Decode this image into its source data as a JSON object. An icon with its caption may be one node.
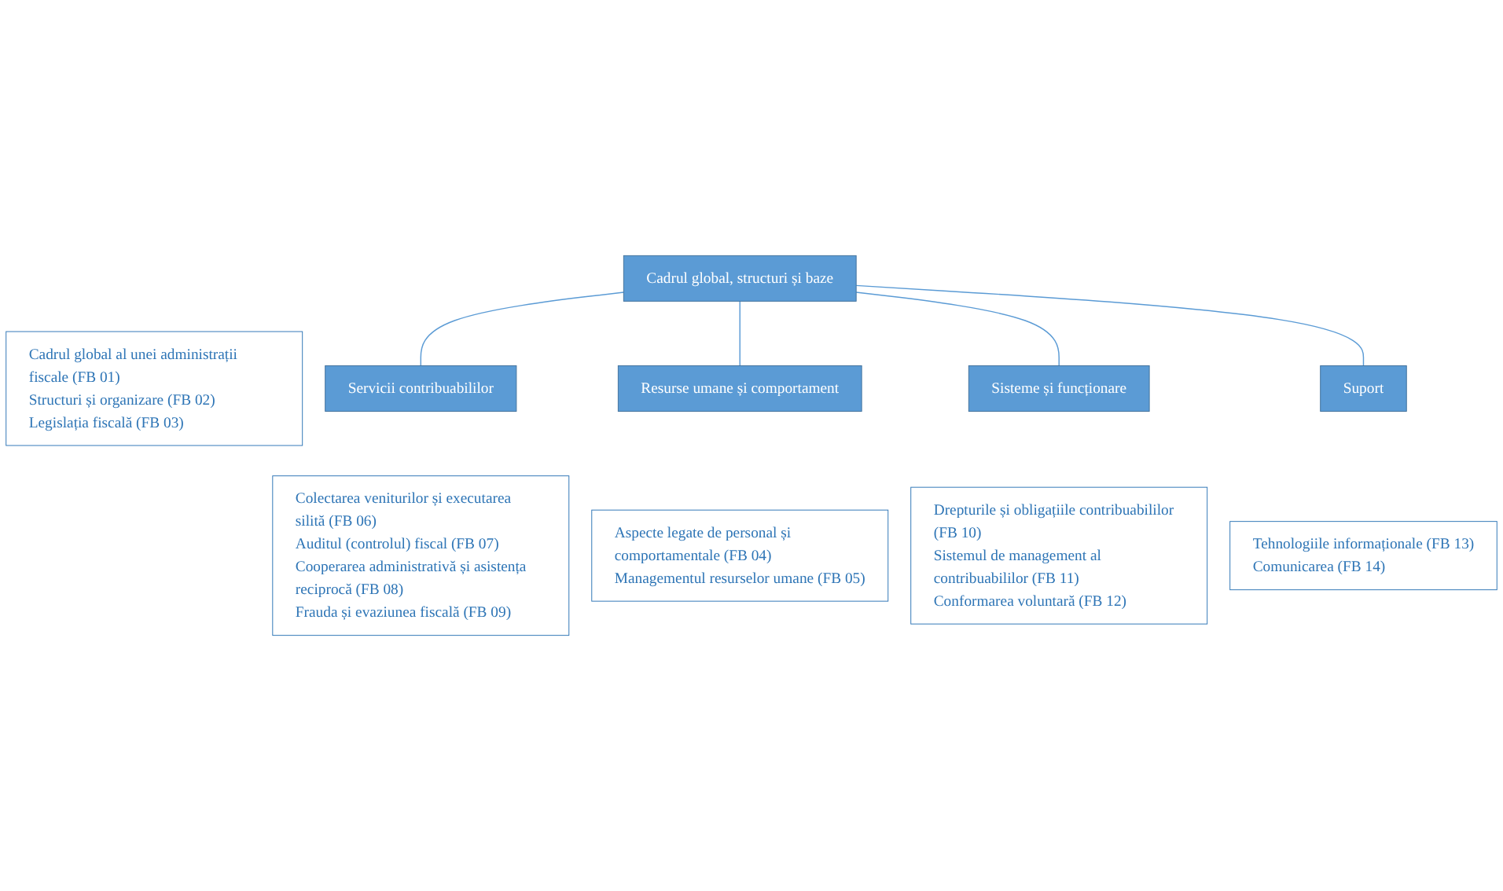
{
  "diagram": {
    "nodes": [
      {
        "text": [
          "Cadrul global, structuri și baze"
        ]
      },
      {
        "text": [
          "Cadrul global al unei administrații fiscale (FB 01)",
          "Structuri și organizare (FB 02)",
          "Legislația fiscală (FB 03)"
        ]
      },
      {
        "text": [
          "Resurse umane și comportament"
        ]
      },
      {
        "text": [
          "Aspecte legate de personal și comportamentale (FB 04)",
          "Managementul resurselor umane (FB 05)"
        ]
      },
      {
        "text": [
          "Suport"
        ]
      },
      {
        "text": [
          "Tehnologiile informaționale (FB 13)",
          "Comunicarea (FB 14)"
        ]
      },
      {
        "text": [
          "Servicii contribuabililor"
        ]
      },
      {
        "text": [
          "Colectarea veniturilor și executarea silită (FB 06)",
          "Auditul (controlul) fiscal (FB 07)",
          "Cooperarea administrativă și asistența reciprocă (FB 08)",
          "Frauda și evaziunea fiscală (FB 09)"
        ]
      },
      {
        "text": [
          "Sisteme și funcționare"
        ]
      },
      {
        "text": [
          "Drepturile și obligațiile contribuabililor (FB 10)",
          "Sistemul de management al contribuabililor (FB 11)",
          "Conformarea voluntară (FB 12)"
        ]
      }
    ],
    "edges": [
      {
        "from": 0,
        "to": 6,
        "arrow": "none"
      },
      {
        "from": 0,
        "to": 2,
        "arrow": "none"
      },
      {
        "from": 0,
        "to": 8,
        "arrow": "none"
      },
      {
        "from": 0,
        "to": 4,
        "arrow": "none"
      }
    ]
  }
}
